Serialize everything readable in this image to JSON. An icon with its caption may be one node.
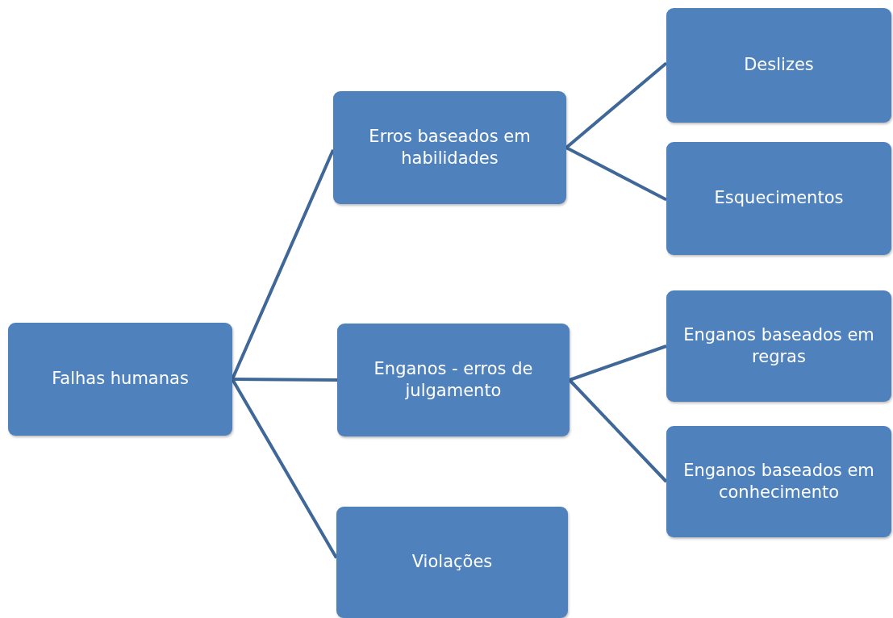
{
  "diagram": {
    "nodes": [
      {
        "text": [
          "Falhas humanas"
        ]
      },
      {
        "text": [
          "Erros baseados em habilidades"
        ]
      },
      {
        "text": [
          "Enganos - erros de julgamento"
        ]
      },
      {
        "text": [
          "Violações"
        ]
      },
      {
        "text": [
          "Deslizes"
        ]
      },
      {
        "text": [
          "Esquecimentos"
        ]
      },
      {
        "text": [
          "Enganos baseados em regras"
        ]
      },
      {
        "text": [
          "Enganos baseados em conhecimento"
        ]
      }
    ],
    "edges": [
      {
        "from": 0,
        "to": 1,
        "arrow": "none"
      },
      {
        "from": 0,
        "to": 2,
        "arrow": "none"
      },
      {
        "from": 0,
        "to": 3,
        "arrow": "none"
      },
      {
        "from": 1,
        "to": 4,
        "arrow": "none"
      },
      {
        "from": 1,
        "to": 5,
        "arrow": "none"
      },
      {
        "from": 2,
        "to": 6,
        "arrow": "none"
      },
      {
        "from": 2,
        "to": 7,
        "arrow": "none"
      }
    ]
  }
}
